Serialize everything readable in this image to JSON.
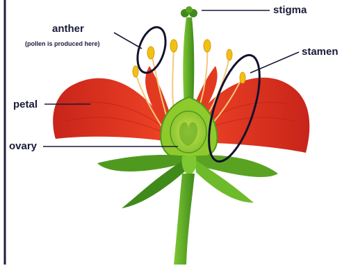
{
  "diagram": {
    "labels": {
      "stigma": "stigma",
      "anther": "anther",
      "anther_note": "(pollen is produced here)",
      "stamen": "stamen",
      "petal": "petal",
      "ovary": "ovary"
    },
    "colors": {
      "petal": "#e8331f",
      "petal_dark": "#b81d12",
      "green": "#6dbb2a",
      "green_dark": "#3f8a1b",
      "anther": "#f2c012",
      "highlight_ring": "#12122e",
      "label_text": "#1a1a3a",
      "frame": "#1e1e3c"
    }
  }
}
